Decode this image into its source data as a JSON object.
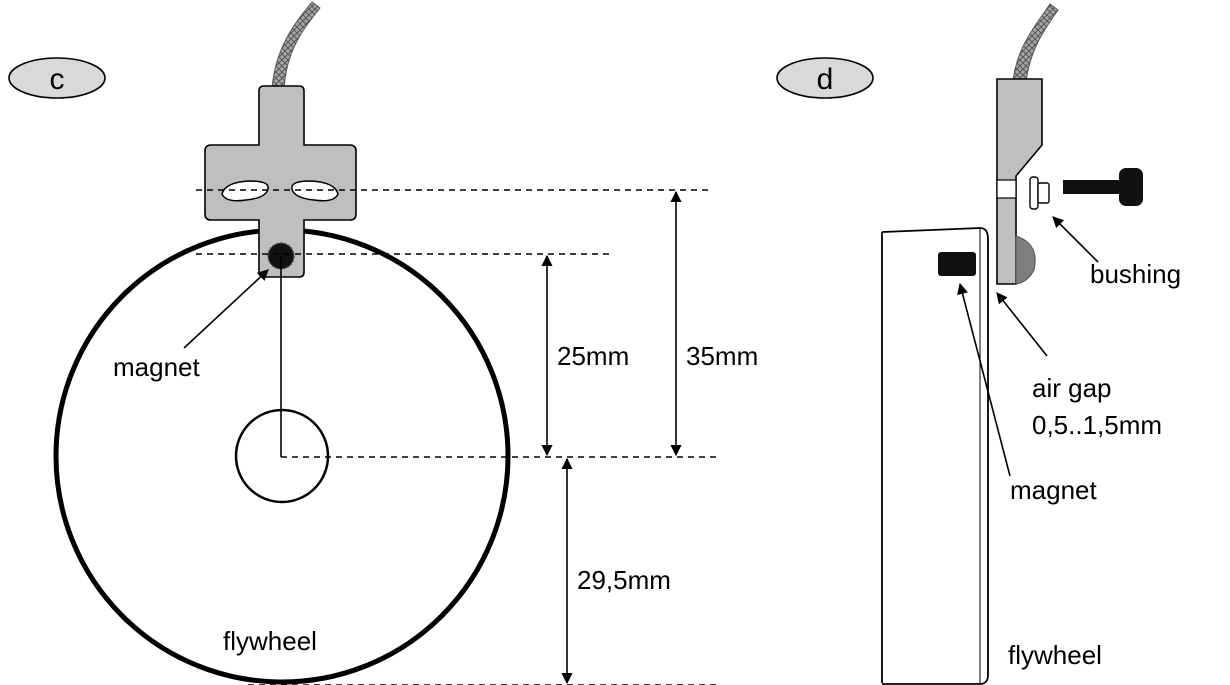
{
  "panel_c": {
    "badge": "c",
    "label_magnet": "magnet",
    "label_flywheel": "flywheel",
    "dim_25": "25mm",
    "dim_35": "35mm",
    "dim_29": "29,5mm"
  },
  "panel_d": {
    "badge": "d",
    "label_bushing": "bushing",
    "label_air_gap_1": "air gap",
    "label_air_gap_2": "0,5..1,5mm",
    "label_magnet": "magnet",
    "label_flywheel": "flywheel"
  },
  "colors": {
    "badge_fill": "#d9d9d9",
    "sensor_fill": "#bfbfbf",
    "magnet_fill": "#111111",
    "cable_fill": "#8c8c8c",
    "line": "#000000"
  }
}
